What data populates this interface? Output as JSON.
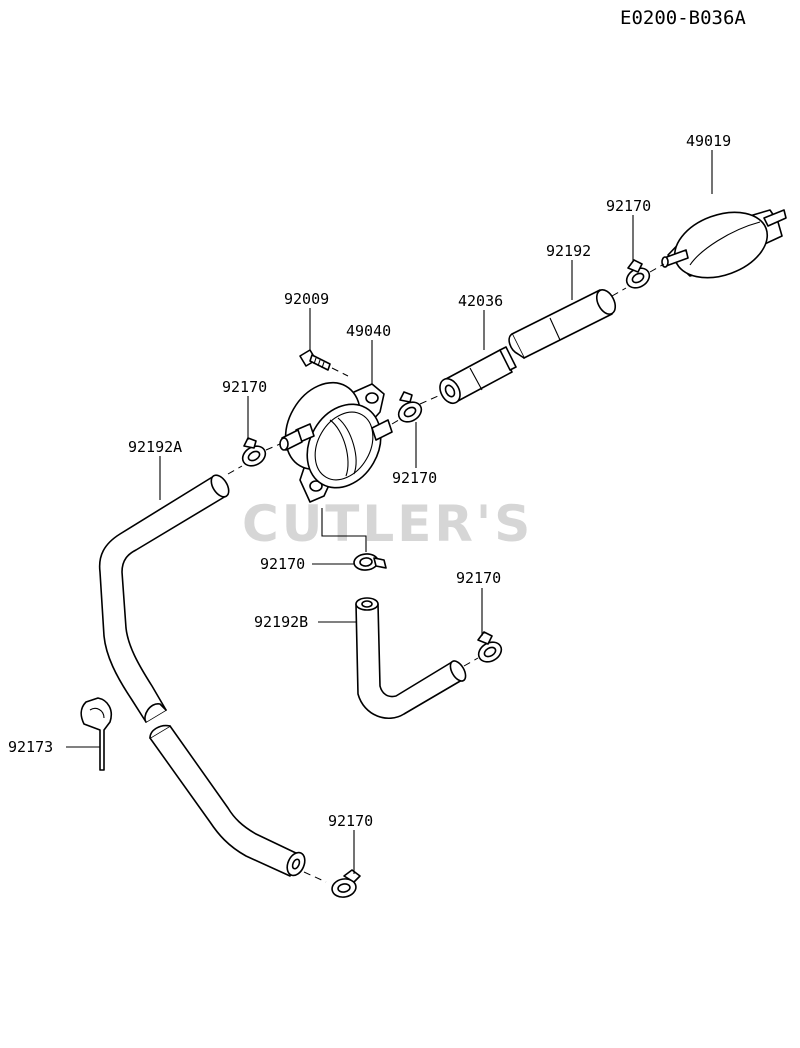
{
  "diagram_code": "E0200-B036A",
  "watermark": "CUTLER'S",
  "labels": {
    "p49019": "49019",
    "p92170_filter": "92170",
    "p92192": "92192",
    "p92009": "92009",
    "p42036": "42036",
    "p49040": "49040",
    "p92170_left": "92170",
    "p92170_mid": "92170",
    "p92192A": "92192A",
    "p92170_bottomcock": "92170",
    "p92170_right": "92170",
    "p92192B": "92192B",
    "p92173": "92173",
    "p92170_bottom": "92170"
  }
}
